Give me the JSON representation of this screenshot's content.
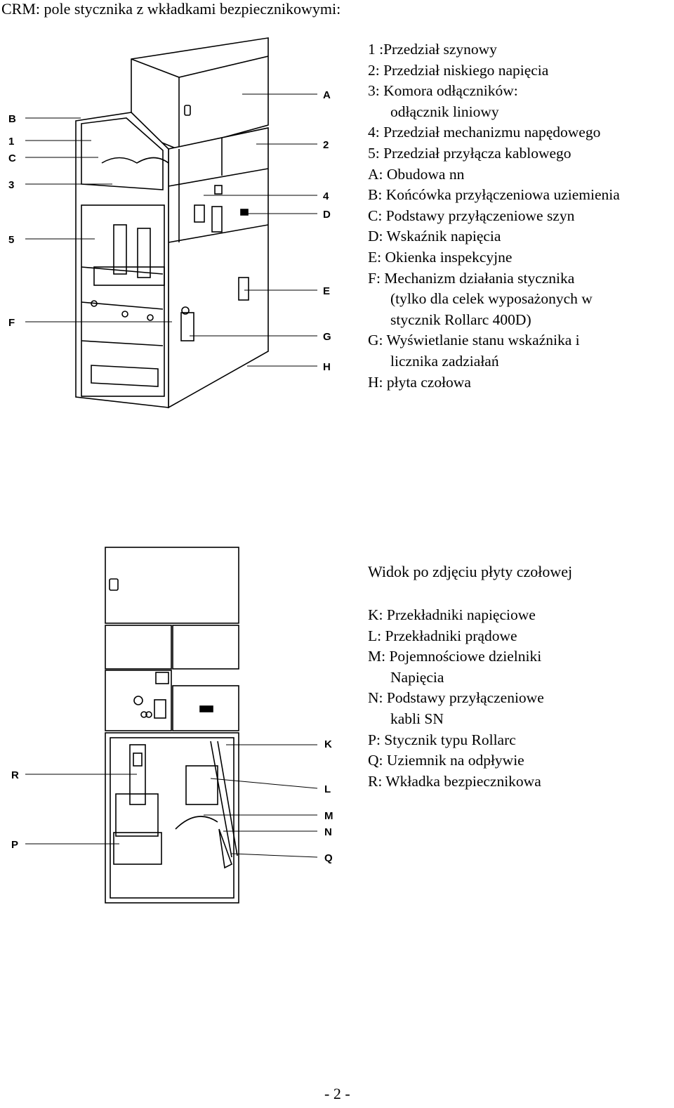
{
  "title": "CRM: pole stycznika z wkładkami bezpiecznikowymi:",
  "figure1": {
    "callouts_left": [
      "B",
      "1",
      "C",
      "3",
      "5",
      "F"
    ],
    "callouts_right": [
      "A",
      "2",
      "4",
      "D",
      "E",
      "G",
      "H"
    ]
  },
  "legend1": [
    "1 :Przedział szynowy",
    "2: Przedział niskiego napięcia",
    "3: Komora odłączników:",
    "odłącznik liniowy",
    "4: Przedział mechanizmu napędowego",
    "5: Przedział przyłącza kablowego",
    "A: Obudowa nn",
    "B: Końcówka przyłączeniowa uziemienia",
    "C: Podstawy przyłączeniowe szyn",
    "D: Wskaźnik napięcia",
    "E: Okienka inspekcyjne",
    "F: Mechanizm działania stycznika",
    "(tylko dla celek wyposażonych w",
    "stycznik Rollarc 400D)",
    "G: Wyświetlanie stanu wskaźnika i",
    "licznika zadziałań",
    "H: płyta czołowa"
  ],
  "figure2": {
    "callouts_left": [
      "R",
      "P"
    ],
    "callouts_right": [
      "K",
      "L",
      "M",
      "N",
      "Q"
    ]
  },
  "subheading": "Widok po zdjęciu płyty czołowej",
  "legend2": [
    "K: Przekładniki napięciowe",
    "L: Przekładniki prądowe",
    "M: Pojemnościowe dzielniki",
    "Napięcia",
    "N: Podstawy przyłączeniowe",
    "kabli SN",
    "P: Stycznik typu Rollarc",
    "Q: Uziemnik na odpływie",
    "R: Wkładka bezpiecznikowa"
  ],
  "page_number": "- 2 -"
}
